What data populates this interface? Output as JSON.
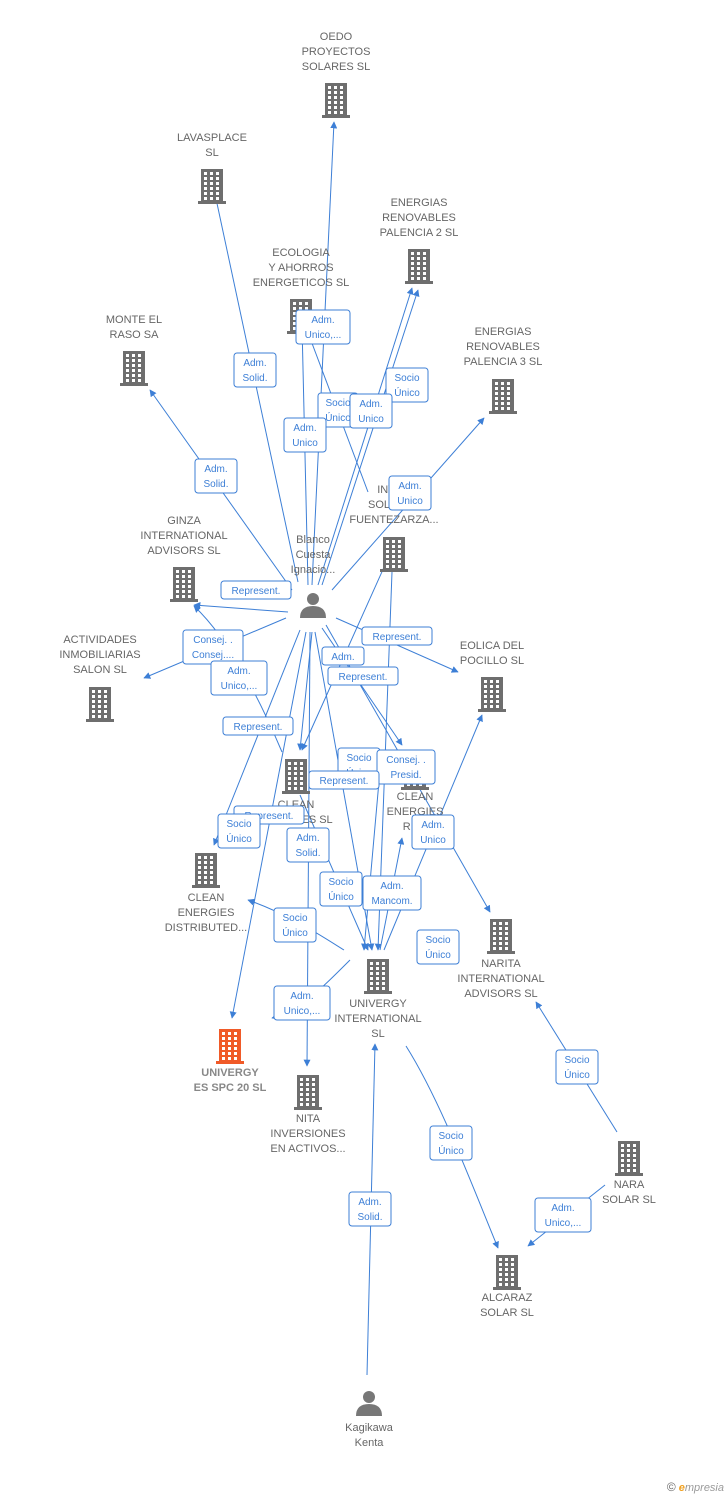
{
  "nodes": [
    {
      "id": "oedo",
      "kind": "company",
      "name": [
        "OEDO",
        "PROYECTOS",
        "SOLARES  SL"
      ],
      "focus": false
    },
    {
      "id": "lavasplace",
      "kind": "company",
      "name": [
        "LAVASPLACE",
        "SL"
      ],
      "focus": false
    },
    {
      "id": "energias2",
      "kind": "company",
      "name": [
        "ENERGIAS",
        "RENOVABLES",
        "PALENCIA 2 SL"
      ],
      "focus": false
    },
    {
      "id": "ecologia",
      "kind": "company",
      "name": [
        "ECOLOGIA",
        "Y AHORROS",
        "ENERGETICOS SL"
      ],
      "focus": false
    },
    {
      "id": "monte",
      "kind": "company",
      "name": [
        "MONTE EL",
        "RASO SA"
      ],
      "focus": false
    },
    {
      "id": "energias3",
      "kind": "company",
      "name": [
        "ENERGIAS",
        "RENOVABLES",
        "PALENCIA 3 SL"
      ],
      "focus": false
    },
    {
      "id": "inver",
      "kind": "company",
      "name": [
        "INVER",
        "SOLARES",
        "FUENTEZARZA..."
      ],
      "focus": false
    },
    {
      "id": "ginza",
      "kind": "company",
      "name": [
        "GINZA",
        "INTERNATIONAL",
        "ADVISORS  SL"
      ],
      "focus": false
    },
    {
      "id": "blanco",
      "kind": "person",
      "name": [
        "Blanco",
        "Cuesta",
        "Ignacio..."
      ],
      "focus": false
    },
    {
      "id": "actividades",
      "kind": "company",
      "name": [
        "ACTIVIDADES",
        "INMOBILIARIAS",
        "SALON SL"
      ],
      "focus": false
    },
    {
      "id": "eolica",
      "kind": "company",
      "name": [
        "EOLICA DEL",
        "POCILLO SL"
      ],
      "focus": false
    },
    {
      "id": "clean1",
      "kind": "company",
      "name": [
        "CLEAN",
        "ENERGIES SL"
      ],
      "focus": false
    },
    {
      "id": "clean2",
      "kind": "company",
      "name": [
        "CLEAN",
        "ENERGIES",
        "RE..."
      ],
      "focus": false
    },
    {
      "id": "cleandist",
      "kind": "company",
      "name": [
        "CLEAN",
        "ENERGIES",
        "DISTRIBUTED..."
      ],
      "focus": false
    },
    {
      "id": "narita",
      "kind": "company",
      "name": [
        "NARITA",
        "INTERNATIONAL",
        "ADVISORS  SL"
      ],
      "focus": false
    },
    {
      "id": "univergy",
      "kind": "company",
      "name": [
        "UNIVERGY",
        "INTERNATIONAL",
        "SL"
      ],
      "focus": false
    },
    {
      "id": "univergyes",
      "kind": "company",
      "name": [
        "UNIVERGY",
        "ES SPC 20  SL"
      ],
      "focus": true
    },
    {
      "id": "nita",
      "kind": "company",
      "name": [
        "NITA",
        "INVERSIONES",
        "EN ACTIVOS..."
      ],
      "focus": false
    },
    {
      "id": "nara",
      "kind": "company",
      "name": [
        "NARA",
        "SOLAR  SL"
      ],
      "focus": false
    },
    {
      "id": "alcaraz",
      "kind": "company",
      "name": [
        "ALCARAZ",
        "SOLAR SL"
      ],
      "focus": false
    },
    {
      "id": "kagikawa",
      "kind": "person",
      "name": [
        "Kagikawa",
        "Kenta"
      ],
      "focus": false
    }
  ],
  "labels": [
    {
      "id": "l_ecologia_adm",
      "lines": [
        "Adm.",
        "Unico,..."
      ]
    },
    {
      "id": "l_lavasplace_adm",
      "lines": [
        "Adm.",
        "Solid."
      ]
    },
    {
      "id": "l_energias2_socio",
      "lines": [
        "Socio",
        "Único"
      ]
    },
    {
      "id": "l_oedo_socio",
      "lines": [
        "Socio",
        "Único"
      ]
    },
    {
      "id": "l_energias2_adm",
      "lines": [
        "Adm.",
        "Unico"
      ]
    },
    {
      "id": "l_oedo_adm",
      "lines": [
        "Adm.",
        "Unico"
      ]
    },
    {
      "id": "l_monte_adm",
      "lines": [
        "Adm.",
        "Solid."
      ]
    },
    {
      "id": "l_energias3_adm",
      "lines": [
        "Adm.",
        "Unico"
      ]
    },
    {
      "id": "l_ginza_rep",
      "lines": [
        "Represent."
      ]
    },
    {
      "id": "l_actividades_consej",
      "lines": [
        "Consej. .",
        "Consej...."
      ]
    },
    {
      "id": "l_ginza_adm",
      "lines": [
        "Adm.",
        "Unico,..."
      ]
    },
    {
      "id": "l_eolica_rep",
      "lines": [
        "Represent."
      ]
    },
    {
      "id": "l_clean2_adm",
      "lines": [
        "Adm."
      ]
    },
    {
      "id": "l_clean1_rep",
      "lines": [
        "Represent."
      ]
    },
    {
      "id": "l_cleandist_rep",
      "lines": [
        "Represent."
      ]
    },
    {
      "id": "l_clean2_socio",
      "lines": [
        "Socio",
        "Único"
      ]
    },
    {
      "id": "l_narita_consej",
      "lines": [
        "Consej. .",
        "Presid."
      ]
    },
    {
      "id": "l_univergy_rep",
      "lines": [
        "Represent."
      ]
    },
    {
      "id": "l_univergyes_rep",
      "lines": [
        "Represent."
      ]
    },
    {
      "id": "l_cleandist_socio",
      "lines": [
        "Socio",
        "Único"
      ]
    },
    {
      "id": "l_clean1_adm",
      "lines": [
        "Adm.",
        "Solid."
      ]
    },
    {
      "id": "l_eolica_adm",
      "lines": [
        "Adm.",
        "Unico"
      ]
    },
    {
      "id": "l_univergy_socio",
      "lines": [
        "Socio",
        "Único"
      ]
    },
    {
      "id": "l_univergy_mancom",
      "lines": [
        "Adm.",
        "Mancom."
      ]
    },
    {
      "id": "l_univ_cleandist_socio",
      "lines": [
        "Socio",
        "Único"
      ]
    },
    {
      "id": "l_univ_narita_socio",
      "lines": [
        "Socio",
        "Único"
      ]
    },
    {
      "id": "l_nita_adm",
      "lines": [
        "Adm.",
        "Unico,..."
      ]
    },
    {
      "id": "l_nara_narita_socio",
      "lines": [
        "Socio",
        "Único"
      ]
    },
    {
      "id": "l_univ_alcaraz_socio",
      "lines": [
        "Socio",
        "Único"
      ]
    },
    {
      "id": "l_kagikawa_adm",
      "lines": [
        "Adm.",
        "Solid."
      ]
    },
    {
      "id": "l_nara_alcaraz_adm",
      "lines": [
        "Adm.",
        "Unico,..."
      ]
    }
  ],
  "colors": {
    "edge": "#3d7fd6",
    "building": "#6e6e6e",
    "focus": "#f05a28",
    "person": "#777777"
  },
  "footer": {
    "copyright": "©",
    "brand_initial": "e",
    "brand_rest": "mpresia"
  }
}
